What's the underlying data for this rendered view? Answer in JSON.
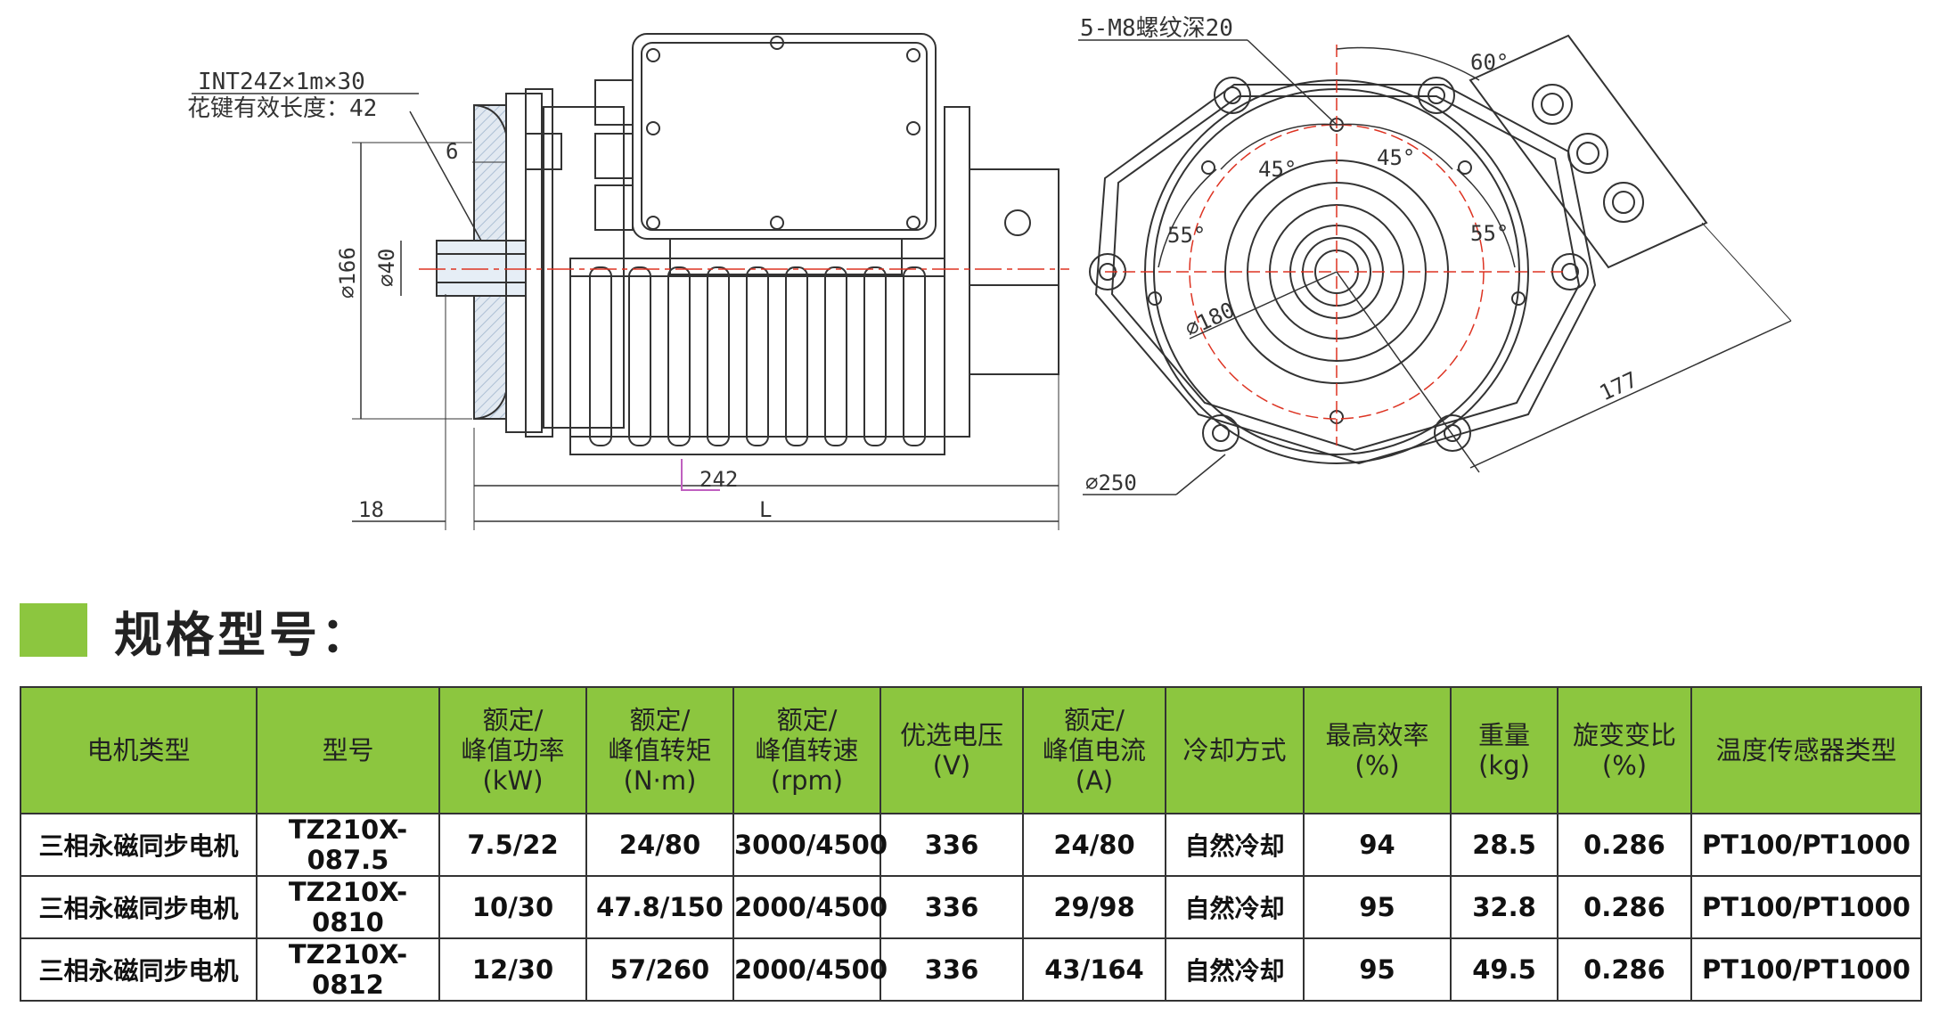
{
  "drawing": {
    "left_view": {
      "spline_spec": "INT24Z×1m×30",
      "spline_length": "花键有效长度：42",
      "dim_6": "6",
      "dim_d166": "⌀166",
      "dim_d40": "⌀40",
      "dim_242": "242",
      "dim_18": "18",
      "dim_L": "L"
    },
    "right_view": {
      "thread": "5-M8螺纹深20",
      "angle_60": "60°",
      "angle_45a": "45°",
      "angle_45b": "45°",
      "angle_55a": "55°",
      "angle_55b": "55°",
      "dim_d180": "⌀180",
      "dim_177": "177",
      "dim_d250": "⌀250"
    }
  },
  "section": {
    "title": "规格型号："
  },
  "colors": {
    "accent": "#8cc63f"
  },
  "table": {
    "headers": [
      [
        "电机类型"
      ],
      [
        "型号"
      ],
      [
        "额定/",
        "峰值功率",
        "(kW)"
      ],
      [
        "额定/",
        "峰值转矩",
        "(N·m)"
      ],
      [
        "额定/",
        "峰值转速",
        "(rpm)"
      ],
      [
        "优选电压",
        "(V)"
      ],
      [
        "额定/",
        "峰值电流",
        "(A)"
      ],
      [
        "冷却方式"
      ],
      [
        "最高效率",
        "(%)"
      ],
      [
        "重量",
        "(kg)"
      ],
      [
        "旋变变比",
        "(%)"
      ],
      [
        "温度传感器类型"
      ]
    ],
    "rows": [
      [
        "三相永磁同步电机",
        "TZ210X-087.5",
        "7.5/22",
        "24/80",
        "3000/4500",
        "336",
        "24/80",
        "自然冷却",
        "94",
        "28.5",
        "0.286",
        "PT100/PT1000"
      ],
      [
        "三相永磁同步电机",
        "TZ210X-0810",
        "10/30",
        "47.8/150",
        "2000/4500",
        "336",
        "29/98",
        "自然冷却",
        "95",
        "32.8",
        "0.286",
        "PT100/PT1000"
      ],
      [
        "三相永磁同步电机",
        "TZ210X-0812",
        "12/30",
        "57/260",
        "2000/4500",
        "336",
        "43/164",
        "自然冷却",
        "95",
        "49.5",
        "0.286",
        "PT100/PT1000"
      ]
    ]
  }
}
